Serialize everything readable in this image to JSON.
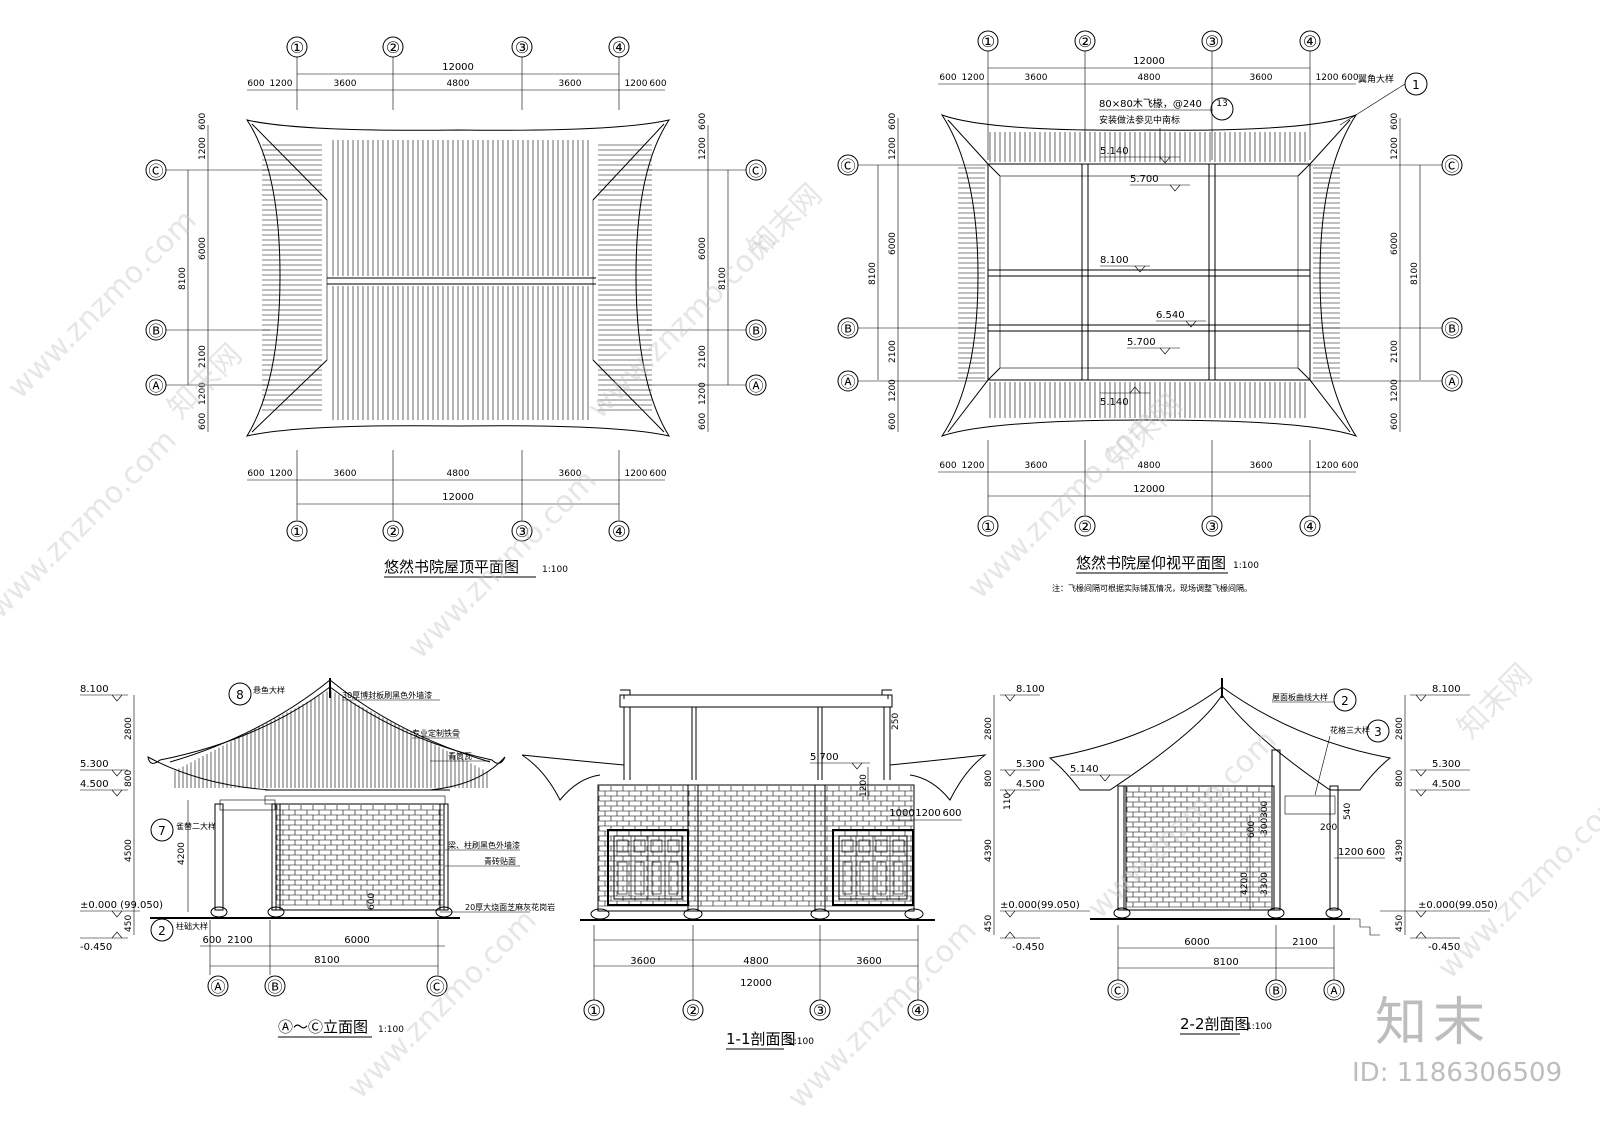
{
  "roof_plan": {
    "title": "悠然书院屋顶平面图",
    "scale": "1:100",
    "total": "12000",
    "dims": [
      "600",
      "1200",
      "3600",
      "4800",
      "3600",
      "1200",
      "600"
    ],
    "grid_cols": [
      "①",
      "②",
      "③",
      "④"
    ],
    "grid_rows": [
      "Ⓒ",
      "Ⓑ",
      "Ⓐ"
    ],
    "v_dims": [
      "600",
      "1200",
      "6000",
      "2100",
      "1200",
      "600"
    ],
    "v_total": "8100"
  },
  "ceiling_plan": {
    "title": "悠然书院屋仰视平面图",
    "scale": "1:100",
    "note": "注：飞椽间隔可根据实际铺瓦情况，现场调整飞椽间隔。",
    "rafter_note": "80×80木飞椽，@240",
    "rafter_note2": "安装做法参见中南标",
    "detail_tag": "13",
    "corner_note": "翼角大样",
    "corner_tag": "1",
    "elev": [
      "5.140",
      "5.700",
      "8.100",
      "6.540",
      "5.700",
      "5.140"
    ]
  },
  "elevation": {
    "title": "Ⓐ～Ⓒ立面图",
    "scale": "1:100",
    "levels": [
      "8.100",
      "5.300",
      "4.500",
      "±0.000 (99.050)",
      "-0.450"
    ],
    "v_dims": [
      "2800",
      "800",
      "4500",
      "4200",
      "450",
      "600"
    ],
    "h_dims": [
      "600",
      "2100",
      "6000"
    ],
    "h_total": "8100",
    "grids": [
      "Ⓐ",
      "Ⓑ",
      "Ⓒ"
    ],
    "notes": [
      "30厚博封板刷黑色外墙漆",
      "专业定制铁骨",
      "青筒瓦",
      "梁、柱刷黑色外墙漆",
      "青砖贴面",
      "20厚大烧面芝麻灰花岗岩"
    ],
    "tags": [
      {
        "no": "8",
        "label": "悬鱼大样"
      },
      {
        "no": "7",
        "label": "雀替二大样"
      },
      {
        "no": "2",
        "label": "柱础大样"
      }
    ]
  },
  "section_1": {
    "title": "1-1剖面图",
    "scale": "1:100",
    "level": "5.700",
    "dims": [
      "3600",
      "4800",
      "3600"
    ],
    "total": "12000",
    "small_dims": [
      "250",
      "1200",
      "1000",
      "1200",
      "600"
    ],
    "grids": [
      "①",
      "②",
      "③",
      "④"
    ]
  },
  "section_2": {
    "title": "2-2剖面图",
    "scale": "1:100",
    "levels": [
      "8.100",
      "5.300",
      "4.500",
      "±0.000(99.050)",
      "-0.450",
      "5.140",
      "8.100",
      "5.300",
      "4.500",
      "±0.000(99.050)",
      "-0.450"
    ],
    "v_dims": [
      "2800",
      "800",
      "4390",
      "110",
      "450",
      "600",
      "4200",
      "3300",
      "300",
      "300",
      "540",
      "200",
      "1200",
      "600"
    ],
    "h_dims": [
      "6000",
      "2100"
    ],
    "h_total": "8100",
    "grids": [
      "Ⓒ",
      "Ⓑ",
      "Ⓐ"
    ],
    "tags": [
      {
        "no": "2",
        "label": "屋面板曲线大样"
      },
      {
        "no": "3",
        "label": "花格三大样"
      }
    ]
  },
  "watermark": {
    "site": "www.znzmo.com",
    "brand": "知末网",
    "logo": "知末",
    "id": "ID: 1186306509"
  }
}
